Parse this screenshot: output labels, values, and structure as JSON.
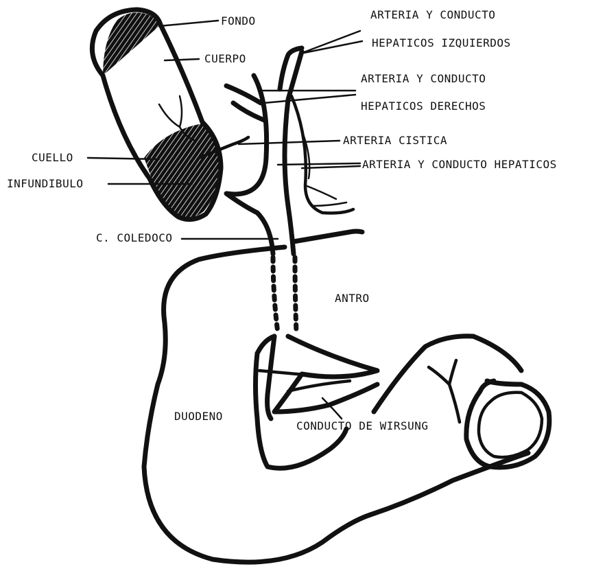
{
  "labels": {
    "fondo": "FONDO",
    "cuerpo": "CUERPO",
    "cuello": "CUELLO",
    "infundibulo": "INFUNDIBULO",
    "coledoco": "C. COLEDOCO",
    "hep_izq_1": "ARTERIA Y CONDUCTO",
    "hep_izq_2": "HEPATICOS IZQUIERDOS",
    "hep_der_1": "ARTERIA Y CONDUCTO",
    "hep_der_2": "HEPATICOS DERECHOS",
    "cistica": "ARTERIA CISTICA",
    "hepaticos": "ARTERIA Y CONDUCTO HEPATICOS",
    "antro": "ANTRO",
    "duodeno": "DUODENO",
    "wirsung": "CONDUCTO DE WIRSUNG"
  },
  "colors": {
    "ink": "#111111",
    "paper": "#ffffff"
  }
}
